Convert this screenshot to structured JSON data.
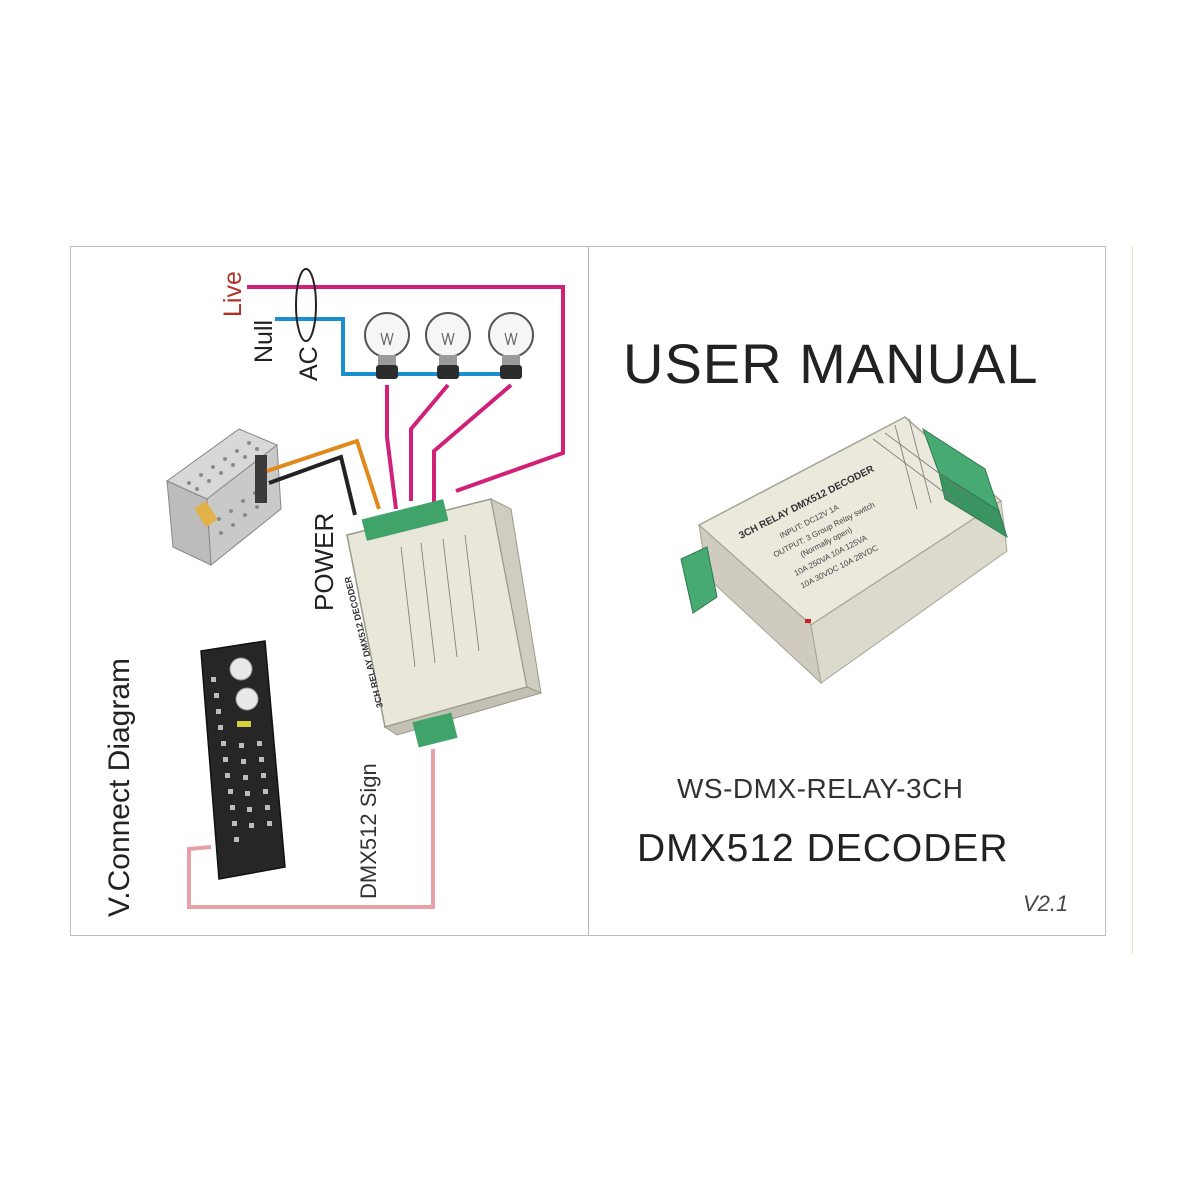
{
  "left_panel": {
    "diagram_title": "V.Connect Diagram",
    "labels": {
      "live": "Live",
      "null": "Null",
      "ac": "AC",
      "power": "POWER",
      "dmx_signal": "DMX512 Sign"
    },
    "device_label": "3CH RELAY DMX512 DECODER"
  },
  "right_panel": {
    "title": "USER MANUAL",
    "device": {
      "header": "3CH RELAY DMX512 DECODER",
      "input": "INPUT: DC12V 1A",
      "output": "OUTPUT: 3 Group Relay switch",
      "mode": "(Normally open)",
      "rating_1": "10A 250VA   10A 125VA",
      "rating_2": "10A 30VDC   10A 28VDC"
    },
    "model": "WS-DMX-RELAY-3CH",
    "product": "DMX512 DECODER",
    "version": "V2.1"
  },
  "colors": {
    "live_wire": "#d0207a",
    "null_wire": "#1a8fd0",
    "power_wire_orange": "#e08a1c",
    "power_wire_black": "#222222",
    "dmx_wire": "#e8a0a8",
    "live_label": "#b0302a",
    "connector_green": "#3fa36a"
  },
  "icons": [
    "light-bulb-icon",
    "power-supply-icon",
    "dmx-controller-icon",
    "relay-decoder-icon"
  ]
}
